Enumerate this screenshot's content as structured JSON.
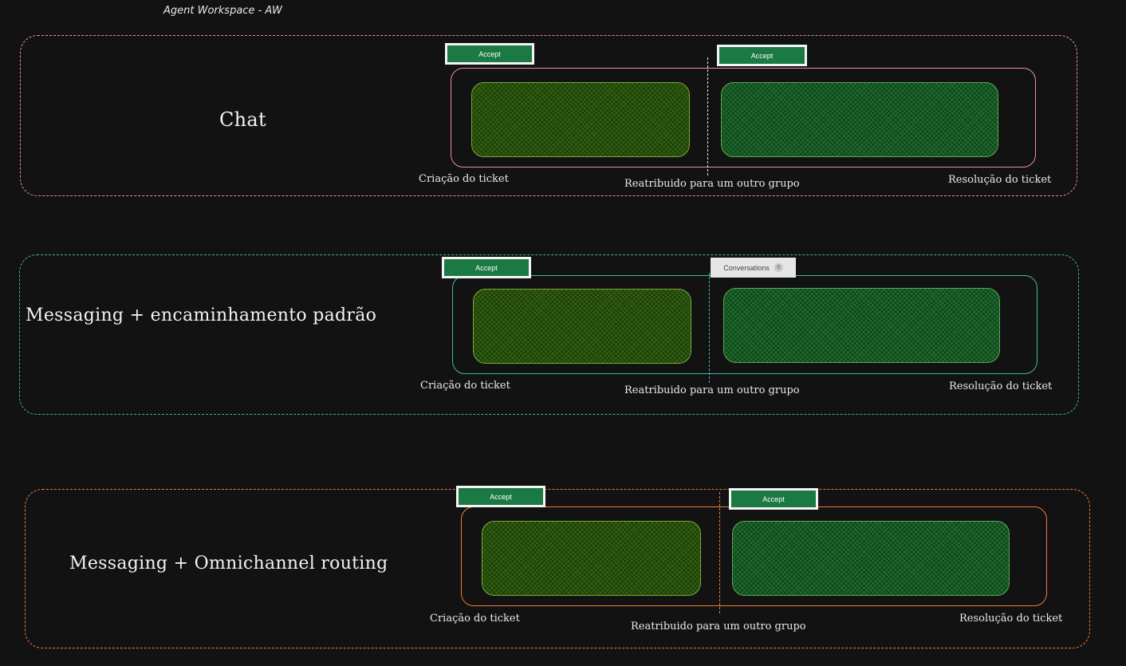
{
  "header": {
    "title": "Agent Workspace - AW"
  },
  "colors": {
    "chat": "#f08aa8",
    "messaging_standard": "#3fb7a8",
    "messaging_omni": "#f07a3a",
    "accept_button": "#1b7a43"
  },
  "sections": [
    {
      "label": "Chat",
      "button_left": "Accept",
      "button_right": "Accept",
      "captions": {
        "start": "Criação do ticket",
        "middle": "Reatribuido para um outro grupo",
        "end": "Resolução do ticket"
      }
    },
    {
      "label": "Messaging + encaminhamento padrão",
      "button_left": "Accept",
      "conversations": {
        "label": "Conversations",
        "count": "0"
      },
      "captions": {
        "start": "Criação do ticket",
        "middle": "Reatribuido para um outro grupo",
        "end": "Resolução do ticket"
      }
    },
    {
      "label": "Messaging + Omnichannel routing",
      "button_left": "Accept",
      "button_right": "Accept",
      "captions": {
        "start": "Criação do ticket",
        "middle": "Reatribuido para um outro grupo",
        "end": "Resolução do ticket"
      }
    }
  ]
}
